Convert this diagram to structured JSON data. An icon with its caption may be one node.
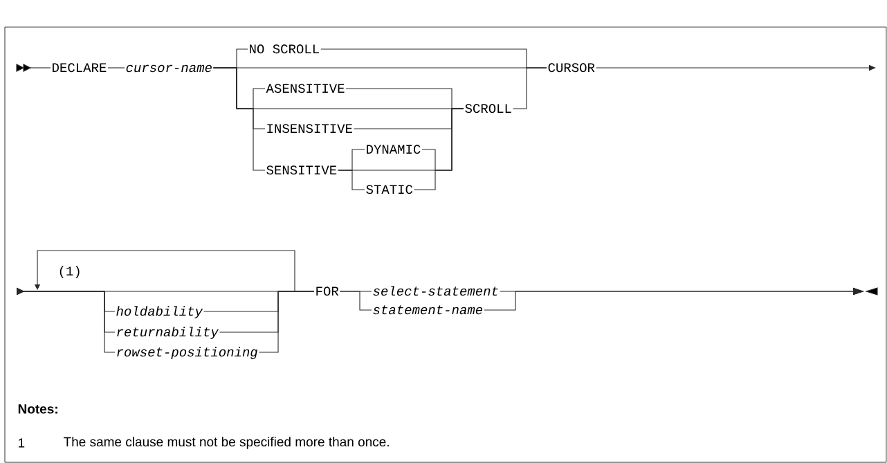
{
  "diagram": {
    "nodes": [
      {
        "text": [
          "DECLARE"
        ]
      },
      {
        "text": [
          "cursor-name"
        ]
      },
      {
        "text": [
          "NO SCROLL"
        ]
      },
      {
        "text": [
          "ASENSITIVE"
        ]
      },
      {
        "text": [
          "INSENSITIVE"
        ]
      },
      {
        "text": [
          "SENSITIVE"
        ]
      },
      {
        "text": [
          "DYNAMIC"
        ]
      },
      {
        "text": [
          "STATIC"
        ]
      },
      {
        "text": [
          "SCROLL"
        ]
      },
      {
        "text": [
          "CURSOR"
        ]
      },
      {
        "text": [
          "holdability"
        ]
      },
      {
        "text": [
          "returnability"
        ]
      },
      {
        "text": [
          "rowset-positioning"
        ]
      },
      {
        "text": [
          "FOR"
        ]
      },
      {
        "text": [
          "select-statement"
        ]
      },
      {
        "text": [
          "statement-name"
        ]
      }
    ],
    "edges": [
      {
        "from": 0,
        "to": 1,
        "arrow": "none"
      },
      {
        "from": 1,
        "to": 2,
        "arrow": "none"
      },
      {
        "from": 1,
        "to": 9,
        "arrow": "none"
      },
      {
        "from": 1,
        "to": 3,
        "arrow": "none"
      },
      {
        "from": 1,
        "to": 4,
        "arrow": "none"
      },
      {
        "from": 1,
        "to": 5,
        "arrow": "none"
      },
      {
        "from": 1,
        "to": 8,
        "arrow": "none"
      },
      {
        "from": 2,
        "to": 9,
        "arrow": "none"
      },
      {
        "from": 3,
        "to": 8,
        "arrow": "none"
      },
      {
        "from": 4,
        "to": 8,
        "arrow": "none"
      },
      {
        "from": 5,
        "to": 8,
        "arrow": "none"
      },
      {
        "from": 5,
        "to": 6,
        "arrow": "none"
      },
      {
        "from": 5,
        "to": 7,
        "arrow": "none"
      },
      {
        "from": 6,
        "to": 8,
        "arrow": "none"
      },
      {
        "from": 7,
        "to": 8,
        "arrow": "none"
      },
      {
        "from": 8,
        "to": 9,
        "arrow": "none"
      },
      {
        "from": 9,
        "to": null,
        "arrow": "to"
      },
      {
        "from": null,
        "to": 10,
        "arrow": "to"
      },
      {
        "from": null,
        "to": 11,
        "arrow": "to"
      },
      {
        "from": null,
        "to": 12,
        "arrow": "to"
      },
      {
        "from": null,
        "to": 13,
        "arrow": "to"
      },
      {
        "from": 10,
        "to": 13,
        "arrow": "none"
      },
      {
        "from": 11,
        "to": 13,
        "arrow": "none"
      },
      {
        "from": 12,
        "to": 13,
        "arrow": "none"
      },
      {
        "from": 13,
        "to": 14,
        "arrow": "none"
      },
      {
        "from": 13,
        "to": 15,
        "arrow": "none"
      },
      {
        "from": 14,
        "to": null,
        "arrow": "to"
      },
      {
        "from": 15,
        "to": null,
        "arrow": "to"
      }
    ],
    "labels": [
      "(1)",
      "Notes:",
      "1",
      "The same clause must not be specified more than once."
    ]
  }
}
